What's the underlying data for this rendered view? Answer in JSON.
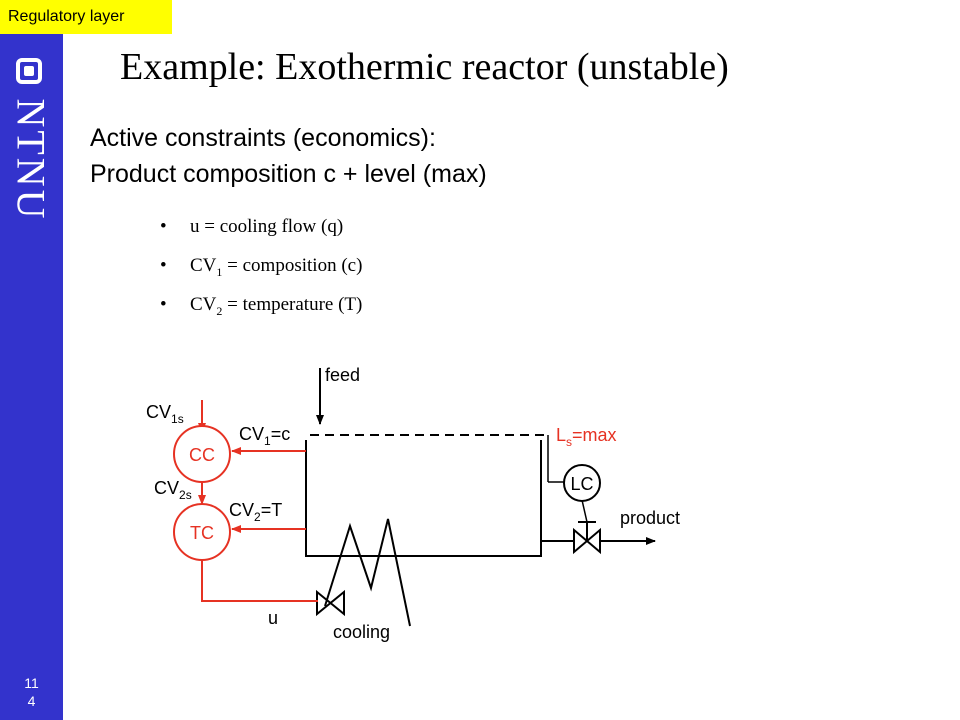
{
  "tag": "Regulatory layer",
  "title": "Example: Exothermic reactor (unstable)",
  "subtitle_line1": "Active constraints (economics):",
  "subtitle_line2": "Product composition c + level (max)",
  "sidebar": {
    "logo_text": "NTNU",
    "page_line1": "11",
    "page_line2": "4"
  },
  "bullets": [
    {
      "pre": "u = cooling flow (q)",
      "sub": "",
      "post": ""
    },
    {
      "pre": "CV",
      "sub": "1",
      "post": " = composition (c)"
    },
    {
      "pre": "CV",
      "sub": "2",
      "post": " = temperature (T)"
    }
  ],
  "diagram": {
    "feed": "feed",
    "cooling": "cooling",
    "product": "product",
    "u": "u",
    "cc": "CC",
    "tc": "TC",
    "lc": "LC",
    "cv1s_main": "CV",
    "cv1s_sub": "1s",
    "cv2s_main": "CV",
    "cv2s_sub": "2s",
    "cv1_main": "CV",
    "cv1_sub": "1",
    "cv1_tail": "=c",
    "cv2_main": "CV",
    "cv2_sub": "2",
    "cv2_tail": "=T",
    "ls_main": "L",
    "ls_sub": "s",
    "ls_tail": "=max"
  },
  "colors": {
    "sidebar": "#3333cc",
    "tag": "#ffff00",
    "control": "#e63223",
    "ink": "#000000"
  }
}
